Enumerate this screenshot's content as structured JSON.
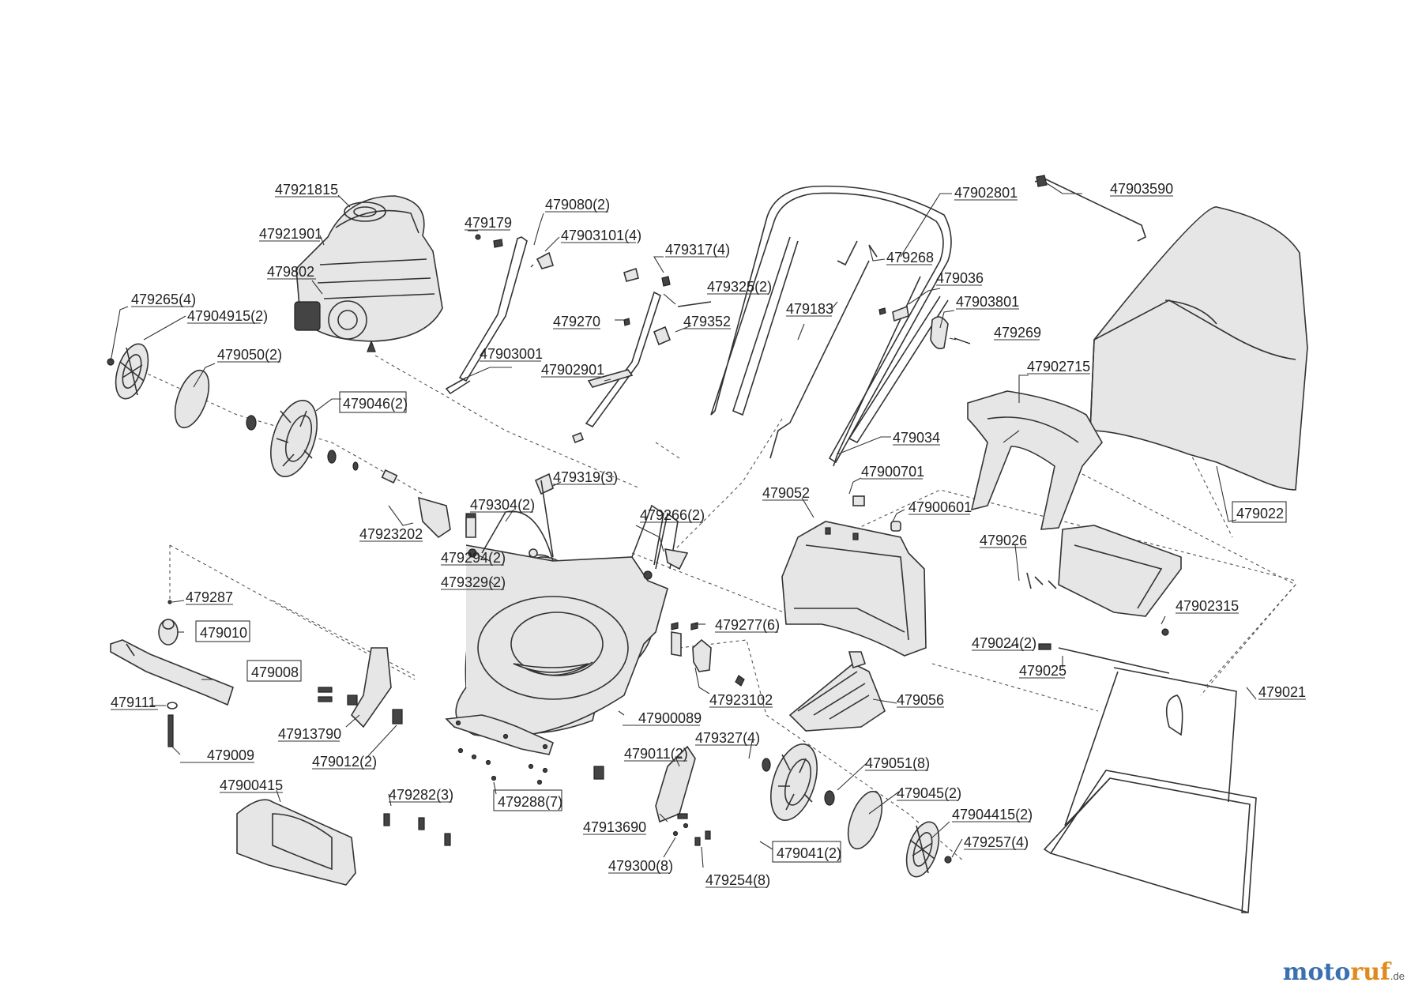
{
  "watermark": {
    "brand": "moto",
    "brand2": "ruf",
    "tld": ".de",
    "color_a": "#3a6fb0",
    "color_b": "#e08a1e"
  },
  "labels": {
    "p1": "47921815",
    "p2": "47921901",
    "p3": "479802",
    "p4": "479265(4)",
    "p5": "47904915(2)",
    "p6": "479050(2)",
    "p7": "479046(2)",
    "p8": "479179",
    "p9": "479080(2)",
    "p10": "47903101(4)",
    "p11": "47903001",
    "p12": "479317(4)",
    "p13": "479325(2)",
    "p14": "479270",
    "p15": "479352",
    "p16": "47902901",
    "p17": "47902801",
    "p18": "479268",
    "p19": "479036",
    "p20": "479183",
    "p21": "47903801",
    "p22": "479269",
    "p23": "479034",
    "p24": "47903590",
    "p25": "47902715",
    "p26": "479022",
    "p27": "47900701",
    "p28": "479052",
    "p29": "47900601",
    "p30": "47923202",
    "p31": "479304(2)",
    "p32": "479319(3)",
    "p33": "479266(2)",
    "p34": "479294(2)",
    "p35": "479329(2)",
    "p36": "479026",
    "p37": "47902315",
    "p38": "479287",
    "p39": "479010",
    "p40": "479008",
    "p41": "479111",
    "p42": "479009",
    "p43": "479277(6)",
    "p44": "479024(2)",
    "p45": "479025",
    "p46": "47923102",
    "p47": "479056",
    "p48": "479021",
    "p49": "47913790",
    "p50": "479012(2)",
    "p51": "47900089",
    "p52": "479011(2)",
    "p53": "479327(4)",
    "p54": "479051(8)",
    "p55": "479045(2)",
    "p56": "47904415(2)",
    "p57": "47900415",
    "p58": "479282(3)",
    "p59": "479288(7)",
    "p60": "47913690",
    "p61": "479041(2)",
    "p62": "479257(4)",
    "p63": "479300(8)",
    "p64": "479254(8)"
  }
}
